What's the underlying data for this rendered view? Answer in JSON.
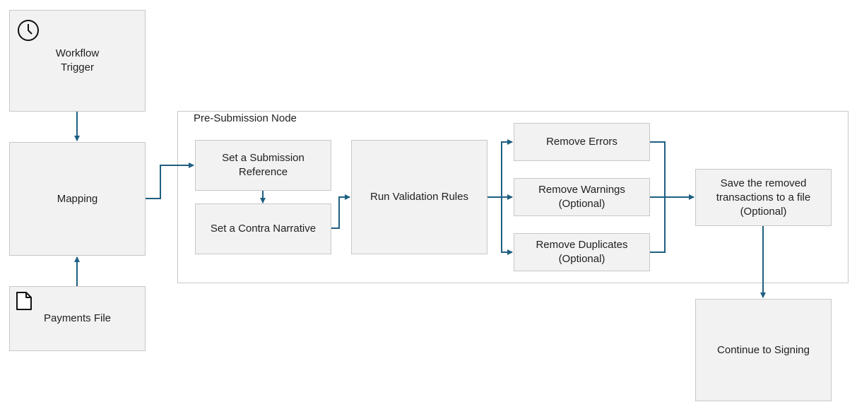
{
  "diagram": {
    "group_title": "Pre-Submission Node",
    "nodes": {
      "workflow_trigger": "Workflow\nTrigger",
      "mapping": "Mapping",
      "payments_file": "Payments File",
      "set_submission_reference": "Set a Submission\nReference",
      "set_contra_narrative": "Set a Contra Narrative",
      "run_validation_rules": "Run Validation Rules",
      "remove_errors": "Remove Errors",
      "remove_warnings": "Remove Warnings\n(Optional)",
      "remove_duplicates": "Remove Duplicates\n(Optional)",
      "save_removed": "Save the removed\ntransactions to a file\n(Optional)",
      "continue_signing": "Continue to Signing"
    },
    "icons": {
      "trigger": "clock-icon",
      "file": "document-icon"
    },
    "colors": {
      "connector": "#1f5f82",
      "box_fill": "#f2f2f2",
      "box_border": "#c8c8c8"
    }
  }
}
